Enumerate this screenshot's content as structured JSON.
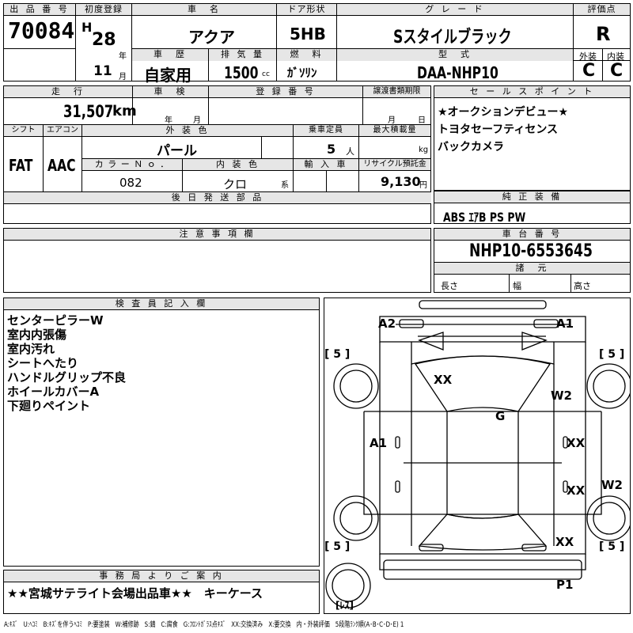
{
  "header": {
    "lot_no_label": "出 品 番 号",
    "lot_no": "70084",
    "first_reg_label": "初度登録",
    "era": "H",
    "year": "28",
    "year_unit": "年",
    "month": "11",
    "month_unit": "月",
    "car_name_label": "車　名",
    "car_name": "アクア",
    "door_label": "ドア形状",
    "door": "5HB",
    "grade_label": "グ レ ー ド",
    "grade": "Sスタイルブラック",
    "score_label": "評価点",
    "score": "R",
    "history_label": "車　歴",
    "history": "自家用",
    "displacement_label": "排 気 量",
    "displacement": "1500",
    "displacement_unit": "cc",
    "fuel_label": "燃　料",
    "fuel": "ｶﾞｿﾘﾝ",
    "model_label": "型　式",
    "model": "DAA-NHP10",
    "exterior_label": "外装",
    "exterior": "C",
    "interior_label": "内装",
    "interior": "C"
  },
  "row2": {
    "mileage_label": "走　行",
    "mileage": "31,507",
    "mileage_unit": "km",
    "inspection_label": "車　検",
    "inspection_year": "年",
    "inspection_month": "月",
    "reg_no_label": "登 録 番 号",
    "transfer_label": "譲渡書類期限",
    "transfer_month": "月",
    "transfer_day": "日",
    "shift_label": "シフト",
    "shift": "FAT",
    "ac_label": "エアコン",
    "ac": "AAC",
    "color_label": "外 装 色",
    "color": "パール",
    "capacity_label": "乗車定員",
    "capacity": "5",
    "capacity_unit": "人",
    "max_load_label": "最大積載量",
    "max_load_unit": "kg",
    "color_no_label": "カ ラ ー Ｎ ｏ ．",
    "color_no": "082",
    "int_color_label": "内 装 色",
    "int_color": "クロ",
    "int_color_unit": "系",
    "import_label": "輸 入 車",
    "recycle_label": "リサイクル預託金",
    "recycle": "9,130",
    "recycle_unit": "円",
    "later_parts_label": "後 日 発 送 部 品"
  },
  "sales_points": {
    "label": "セ ー ル ス ポ イ ン ト",
    "lines": [
      "★オークションデビュー★",
      "トヨタセーフティセンス",
      "バックカメラ"
    ]
  },
  "equipment": {
    "label": "純 正 装 備",
    "value": "ABS ｴｱB PS PW"
  },
  "notes": {
    "label": "注 意 事 項 欄"
  },
  "chassis": {
    "label": "車 台 番 号",
    "value": "NHP10-6553645",
    "dims_label": "諸　元",
    "length": "長さ",
    "width": "幅",
    "height": "高さ"
  },
  "inspector": {
    "label": "検 査 員 記 入 欄",
    "lines": [
      "センターピラーW",
      "室内内張傷",
      "室内汚れ",
      "シートへたり",
      "ハンドルグリップ不良",
      "ホイールカバーA",
      "下廻りペイント"
    ]
  },
  "office": {
    "label": "事 務 局 よ り ご 案 内",
    "text": "★★宮城サテライト会場出品車★★　キーケース"
  },
  "diagram": {
    "marks": {
      "a2_front_left": "A2",
      "a1_front_right": "A1",
      "xx_roof": "XX",
      "w2_right_front": "W2",
      "g_windshield": "G",
      "a1_left_door": "A1",
      "xx_right_front_door": "XX",
      "xx_right_rear_door": "XX",
      "w2_right_rear": "W2",
      "xx_rear_right": "XX",
      "p1_rear": "P1"
    },
    "tire_tags": [
      "[ 5 ]",
      "[ 5 ]",
      "[ 5 ]",
      "[ 5 ]"
    ],
    "spare": "[ﾚｽ]"
  },
  "legend": "A:ｷｽﾞ　U:ﾍｺﾐ　B:ｷｽﾞを伴うﾍｺﾐ　P:要塗装　W:補修跡　S:錆　C:腐食　G:ﾌﾛﾝﾄｶﾞﾗｽ点ｷｽﾞ　XX:交換済み　X:要交換　内・外装評価　5段階ﾗﾝｸ順(A･B･C･D･E) 1"
}
